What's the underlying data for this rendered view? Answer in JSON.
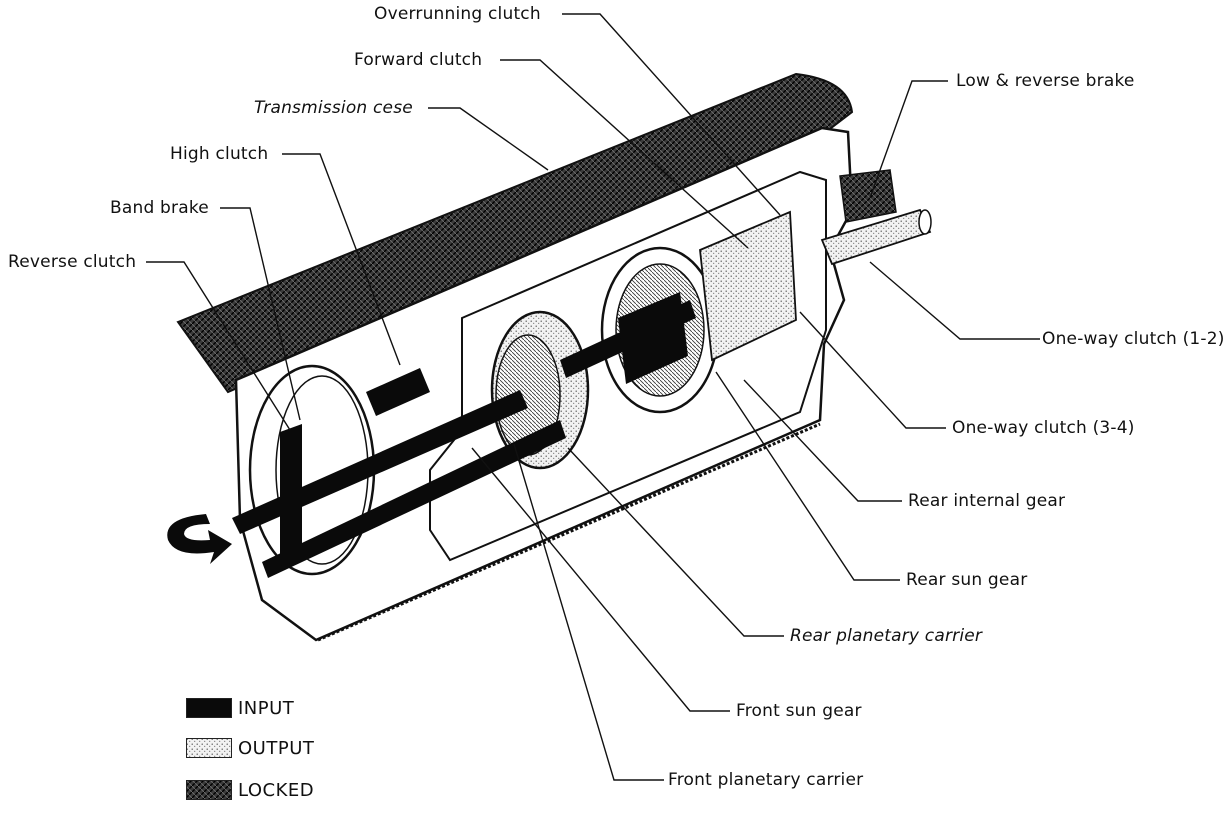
{
  "labels": {
    "overrunning_clutch": "Overrunning clutch",
    "forward_clutch": "Forward clutch",
    "transmission_case": "Transmission cese",
    "high_clutch": "High clutch",
    "band_brake": "Band brake",
    "reverse_clutch": "Reverse clutch",
    "low_reverse_brake": "Low & reverse brake",
    "one_way_clutch_12": "One-way clutch (1-2)",
    "one_way_clutch_34": "One-way clutch (3-4)",
    "rear_internal_gear": "Rear internal gear",
    "rear_sun_gear": "Rear sun gear",
    "rear_planetary_carrier": "Rear planetary carrier",
    "front_sun_gear": "Front sun gear",
    "front_planetary_carrier": "Front planetary carrier"
  },
  "legend": [
    {
      "key": "input",
      "label": "INPUT",
      "pattern": "solid-black"
    },
    {
      "key": "output",
      "label": "OUTPUT",
      "pattern": "light-stipple"
    },
    {
      "key": "locked",
      "label": "LOCKED",
      "pattern": "dark-crosshatch"
    }
  ],
  "colors": {
    "ink": "#111111",
    "paper": "#ffffff",
    "locked": "#2a2a2a",
    "output": "#d8d8d8"
  }
}
